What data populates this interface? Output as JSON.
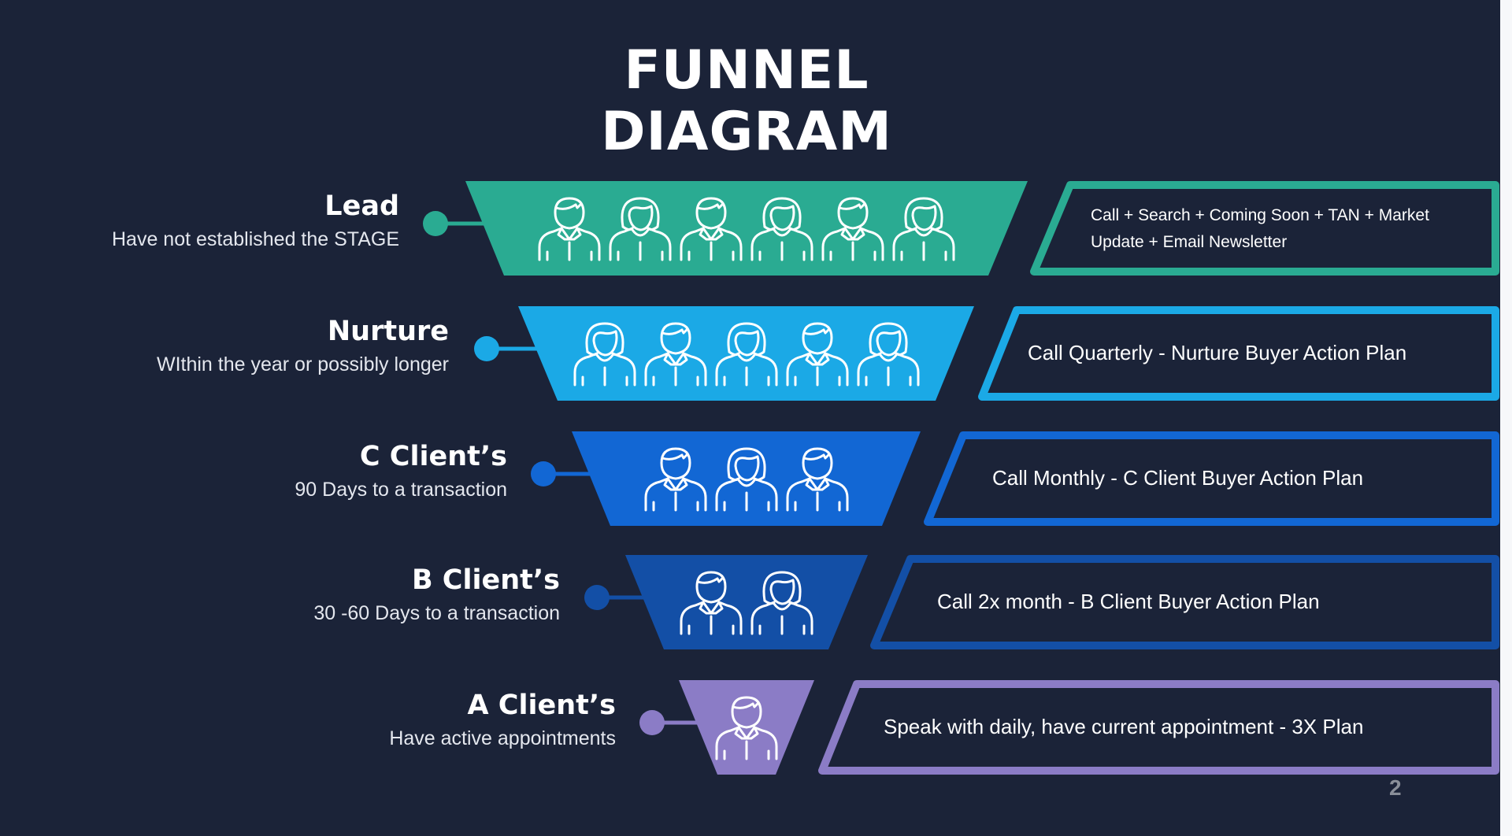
{
  "title": {
    "line1": "FUNNEL",
    "line2": "DIAGRAM"
  },
  "page_number": "2",
  "stages": [
    {
      "label": "Lead",
      "subtitle": "Have not established the STAGE",
      "description": "Call + Search + Coming Soon + TAN + Market Update + Email Newsletter",
      "color": "#2aab92",
      "people": [
        "male",
        "female",
        "male",
        "female",
        "male",
        "female"
      ]
    },
    {
      "label": "Nurture",
      "subtitle": "WIthin the year or possibly longer",
      "description": "Call Quarterly - Nurture Buyer Action Plan",
      "color": "#1ba9e6",
      "people": [
        "female",
        "male",
        "female",
        "male",
        "female"
      ]
    },
    {
      "label": "C Client’s",
      "subtitle": "90 Days to a transaction",
      "description": "Call Monthly - C Client Buyer Action Plan",
      "color": "#1267d4",
      "people": [
        "male",
        "female",
        "male"
      ]
    },
    {
      "label": "B Client’s",
      "subtitle": "30 -60 Days to a transaction",
      "description": "Call 2x month - B Client Buyer Action Plan",
      "color": "#134fa6",
      "people": [
        "male",
        "female"
      ]
    },
    {
      "label": "A Client’s",
      "subtitle": "Have active appointments",
      "description": "Speak with daily, have current appointment - 3X Plan",
      "color": "#8b7cc6",
      "people": [
        "male"
      ]
    }
  ]
}
